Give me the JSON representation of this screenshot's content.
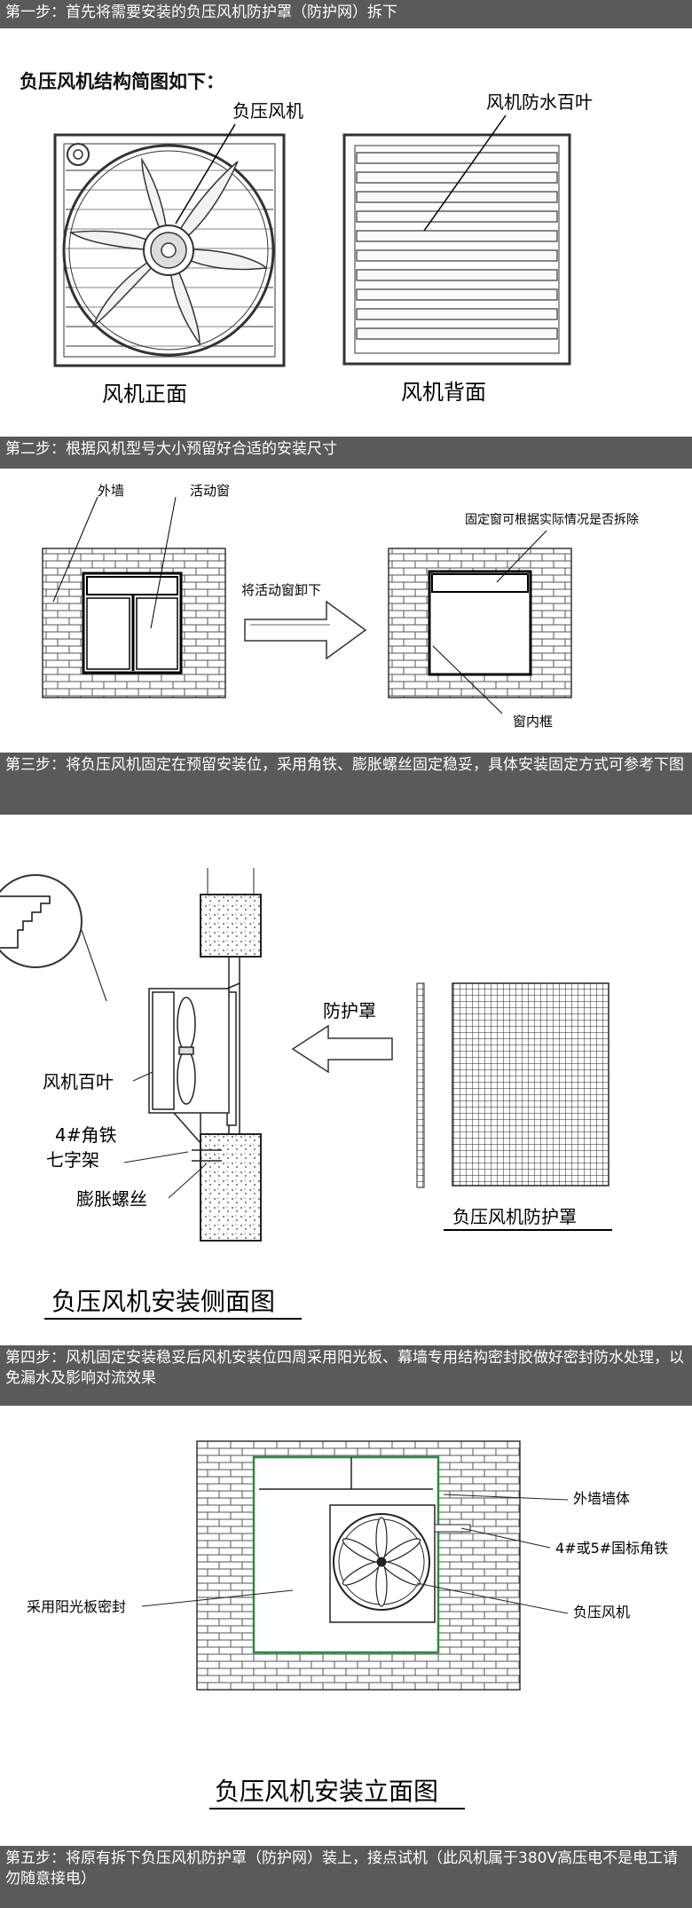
{
  "steps": [
    {
      "text": "第一步：首先将需要安装的负压风机防护罩（防护网）拆下"
    },
    {
      "text": "第二步：根据风机型号大小预留好合适的安装尺寸"
    },
    {
      "text": "第三步：将负压风机固定在预留安装位，采用角铁、膨胀螺丝固定稳妥，具体安装固定方式可参考下图"
    },
    {
      "text": "第四步：风机固定安装稳妥后风机安装位四周采用阳光板、幕墙专用结构密封胶做好密封防水处理，以免漏水及影响对流效果"
    },
    {
      "text": "第五步：将原有拆下负压风机防护罩（防护网）装上，接点试机（此风机属于380V高压电不是电工请勿随意接电）"
    }
  ],
  "section1": {
    "subtitle": "负压风机结构简图如下：",
    "label_fan": "负压风机",
    "label_louver": "风机防水百叶",
    "caption_front": "风机正面",
    "caption_back": "风机背面"
  },
  "section2": {
    "label_wall": "外墙",
    "label_window": "活动窗",
    "label_arrow": "将活动窗卸下",
    "label_fixed": "固定窗可根据实际情况是否拆除",
    "label_frame": "窗内框"
  },
  "section3": {
    "label_guard": "防护罩",
    "label_louver": "风机百叶",
    "label_angle": "4#角铁",
    "label_bracket": "七字架",
    "label_bolt": "膨胀螺丝",
    "caption_guard": "负压风机防护罩",
    "caption_side": "负压风机安装侧面图"
  },
  "section4": {
    "label_wall": "外墙墙体",
    "label_angle": "4#或5#国标角铁",
    "label_seal": "采用阳光板密封",
    "label_fan": "负压风机",
    "caption": "负压风机安装立面图"
  }
}
